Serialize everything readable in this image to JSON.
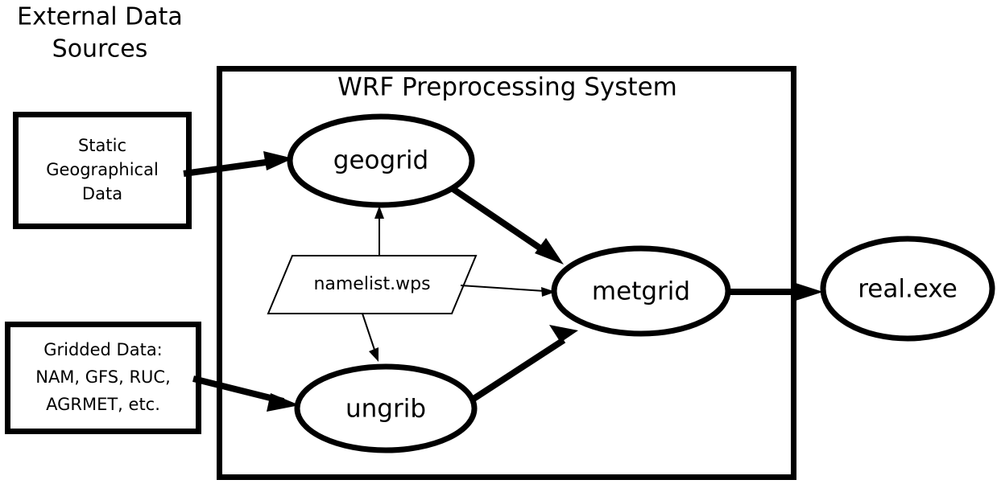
{
  "figure": {
    "external_label": {
      "line1": "External Data",
      "line2": "Sources"
    },
    "container": {
      "title": "WRF Preprocessing System"
    },
    "sources": [
      {
        "id": "static-geographical-data",
        "lines": [
          "Static",
          "Geographical",
          "Data"
        ]
      },
      {
        "id": "gridded-data",
        "lines": [
          "Gridded Data:",
          "NAM, GFS, RUC,",
          "AGRMET, etc."
        ]
      }
    ],
    "processes": [
      {
        "id": "geogrid",
        "label": "geogrid"
      },
      {
        "id": "ungrib",
        "label": "ungrib"
      },
      {
        "id": "metgrid",
        "label": "metgrid"
      }
    ],
    "outputs": [
      {
        "id": "real-exe",
        "label": "real.exe"
      }
    ],
    "config_file": {
      "id": "namelist-wps",
      "label": "namelist.wps"
    },
    "edges": [
      {
        "from": "static-geographical-data",
        "to": "geogrid",
        "weight": "thick"
      },
      {
        "from": "gridded-data",
        "to": "ungrib",
        "weight": "thick"
      },
      {
        "from": "geogrid",
        "to": "metgrid",
        "weight": "thick"
      },
      {
        "from": "ungrib",
        "to": "metgrid",
        "weight": "thick"
      },
      {
        "from": "metgrid",
        "to": "real-exe",
        "weight": "thick"
      },
      {
        "from": "namelist-wps",
        "to": "geogrid",
        "weight": "thin"
      },
      {
        "from": "namelist-wps",
        "to": "ungrib",
        "weight": "thin"
      },
      {
        "from": "namelist-wps",
        "to": "metgrid",
        "weight": "thin"
      }
    ],
    "colors": {
      "stroke": "#000000",
      "fill": "#ffffff",
      "text": "#000000"
    }
  }
}
